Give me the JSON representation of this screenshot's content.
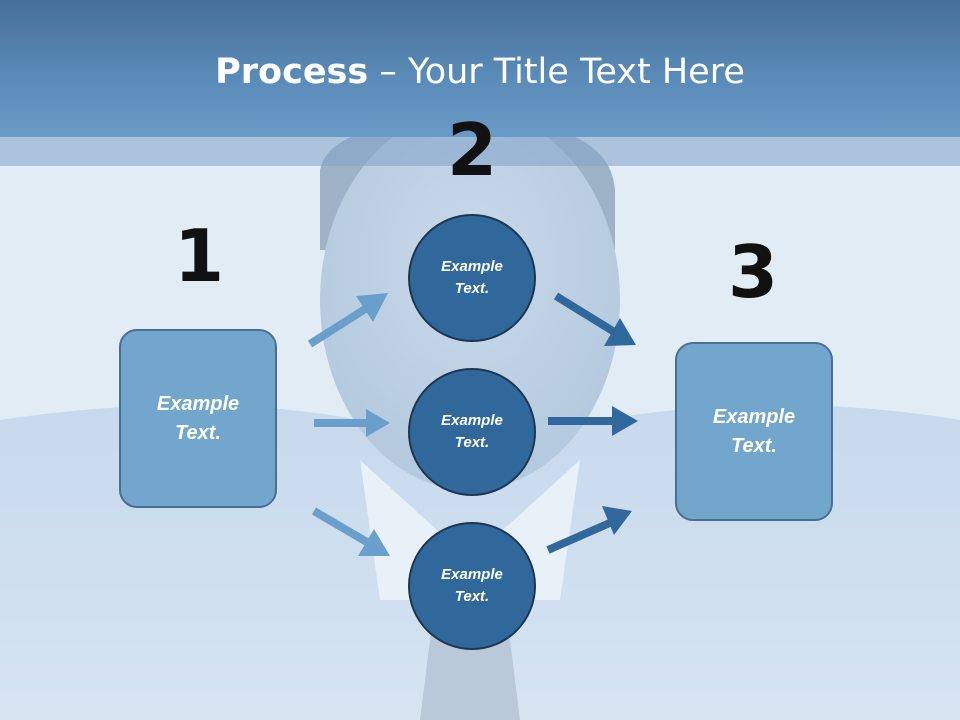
{
  "slide": {
    "title_bold": "Process",
    "title_rest": " – Your Title Text Here"
  },
  "steps": {
    "step1": {
      "number": "1",
      "text": "Example\nText."
    },
    "step2": {
      "number": "2"
    },
    "step3": {
      "number": "3",
      "text": "Example\nText."
    }
  },
  "circles": [
    {
      "text": "Example\nText."
    },
    {
      "text": "Example\nText."
    },
    {
      "text": "Example\nText."
    }
  ],
  "colors": {
    "header": "#5a8ab7",
    "box_fill": "#73a6cc",
    "circle_fill": "#31689b",
    "arrow_light": "#6b9fcb",
    "arrow_dark": "#31689b"
  }
}
